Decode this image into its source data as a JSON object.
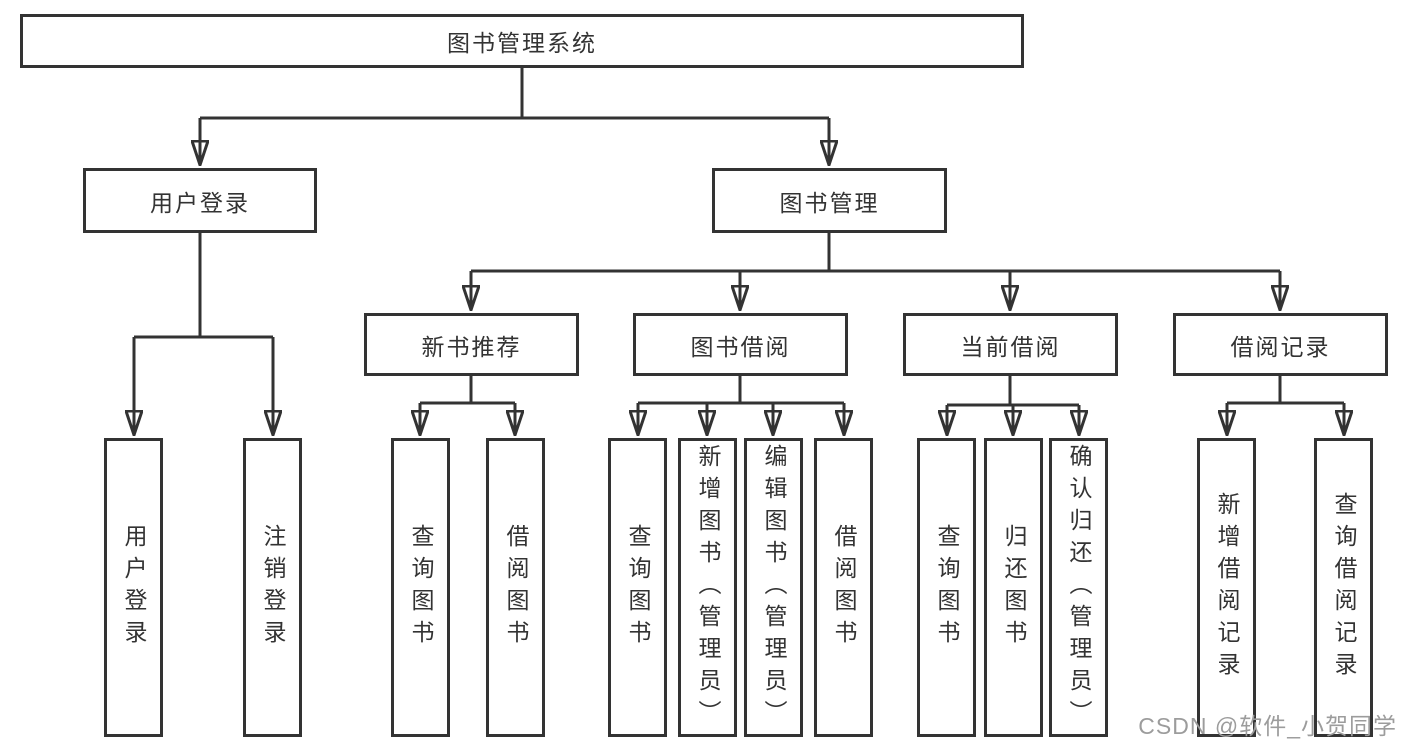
{
  "diagram": {
    "title": "图书管理系统",
    "branches": [
      {
        "label": "用户登录",
        "children": [
          {
            "label": "用户登录"
          },
          {
            "label": "注销登录"
          }
        ]
      },
      {
        "label": "图书管理",
        "children": [
          {
            "label": "新书推荐",
            "children": [
              {
                "label": "查询图书"
              },
              {
                "label": "借阅图书"
              }
            ]
          },
          {
            "label": "图书借阅",
            "children": [
              {
                "label": "查询图书"
              },
              {
                "label": "新增图书（管理员）"
              },
              {
                "label": "编辑图书（管理员）"
              },
              {
                "label": "借阅图书"
              }
            ]
          },
          {
            "label": "当前借阅",
            "children": [
              {
                "label": "查询图书"
              },
              {
                "label": "归还图书"
              },
              {
                "label": "确认归还（管理员）"
              }
            ]
          },
          {
            "label": "借阅记录",
            "children": [
              {
                "label": "新增借阅记录"
              },
              {
                "label": "查询借阅记录"
              }
            ]
          }
        ]
      }
    ]
  },
  "watermark": {
    "text": "CSDN @软件_小贺同学",
    "color": "#9c9c9c"
  },
  "colors": {
    "line": "#333333",
    "box_border": "#333333",
    "text": "#333333",
    "background": "#ffffff"
  }
}
